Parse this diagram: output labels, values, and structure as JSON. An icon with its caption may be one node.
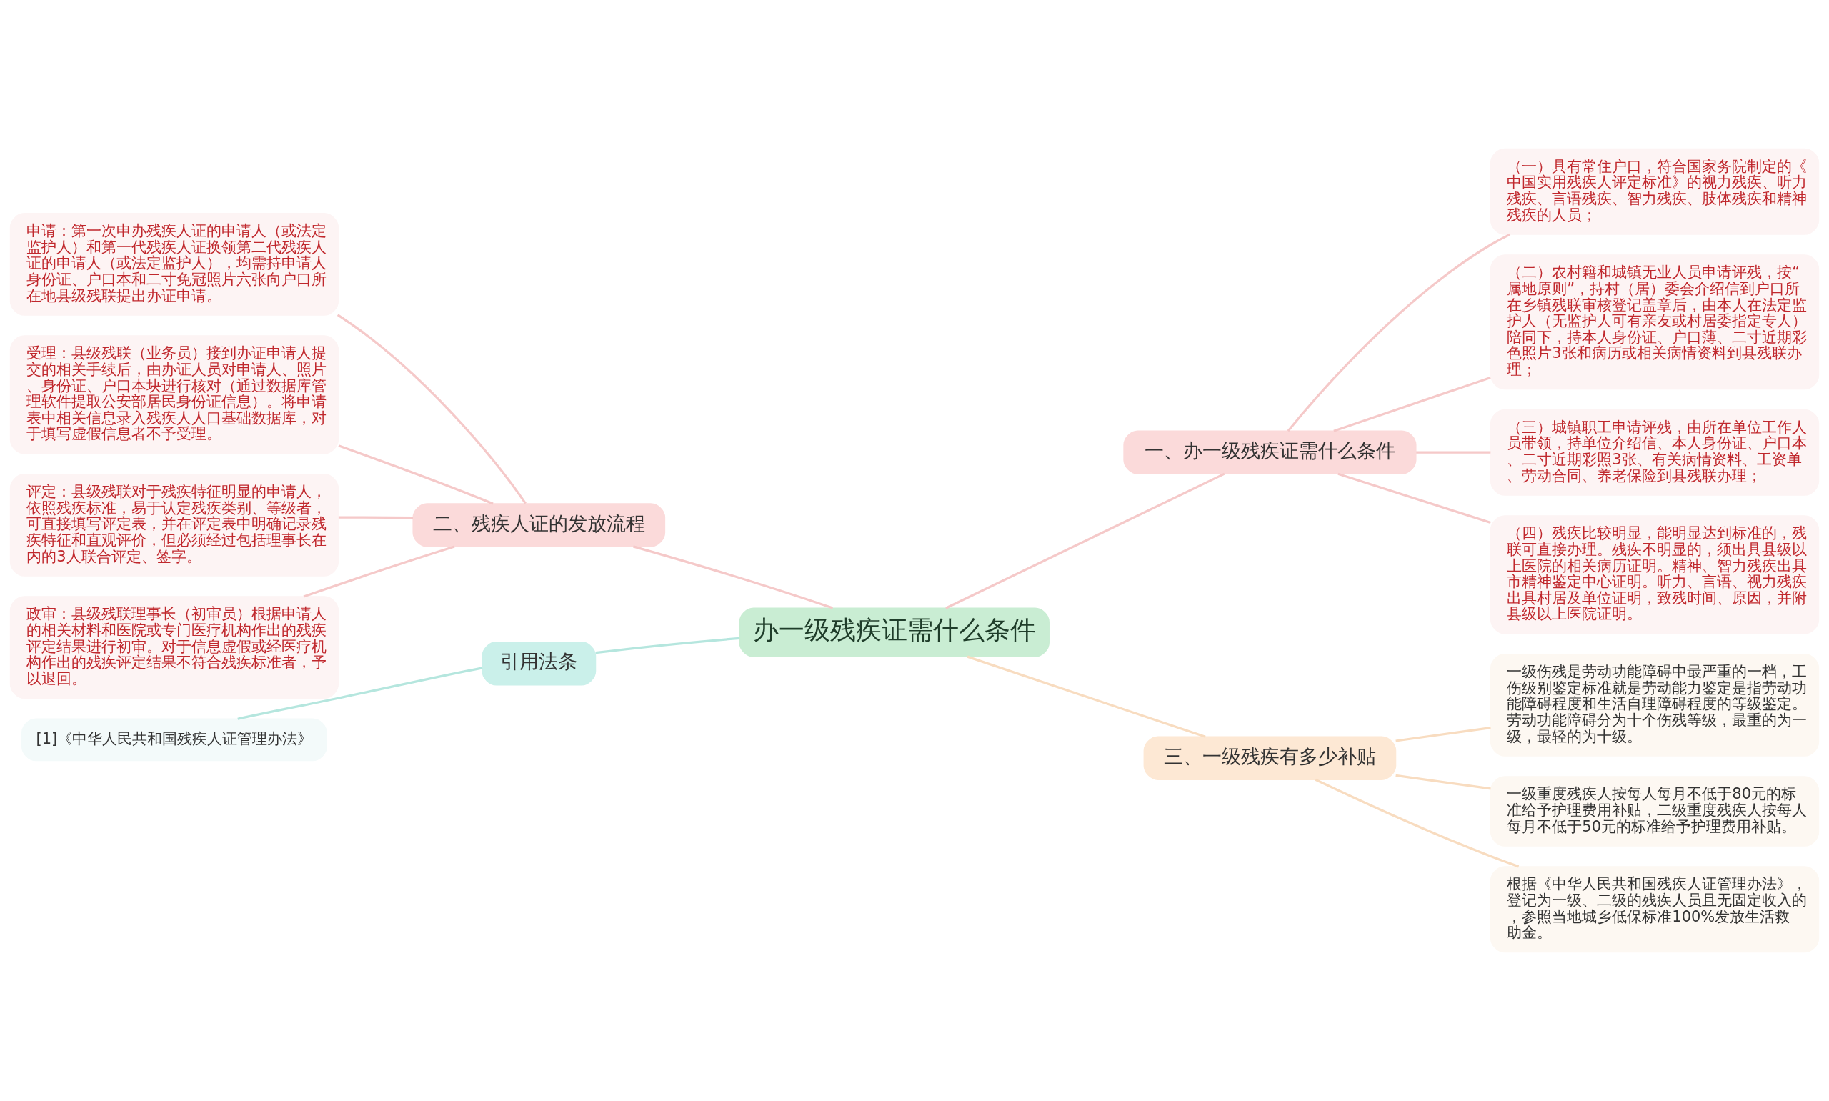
{
  "diagram": {
    "nodes": [
      {
        "text": [
          "办一级残疾证需什么条件"
        ]
      },
      {
        "text": [
          "一、办一级残疾证需什么条件"
        ]
      },
      {
        "text": [
          "（一）具有常住户口，符合国家务院制定的《中国实用残疾人评定标准》的视力残疾、听力残疾、言语残疾、智力残疾、肢体残疾和精神残疾的人员；"
        ]
      },
      {
        "text": [
          "（二）农村籍和城镇无业人员申请评残，按“属地原则”，持村（居）委会介绍信到户口所在乡镇残联审核登记盖章后，由本人在法定监护人（无监护人可有亲友或村居委指定专人）陪同下，持本人身份证、户口薄、二寸近期彩色照片3张和病历或相关病情资料到县残联办理；"
        ]
      },
      {
        "text": [
          "（三）城镇职工申请评残，由所在单位工作人员带领，持单位介绍信、本人身份证、户口本、二寸近期彩照3张、有关病情资料、工资单、劳动合同、养老保险到县残联办理；"
        ]
      },
      {
        "text": [
          "（四）残疾比较明显，能明显达到标准的，残联可直接办理。残疾不明显的，须出具县级以上医院的相关病历证明。精神、智力残疾出具市精神鉴定中心证明。听力、言语、视力残疾出具村居及单位证明，致残时间、原因，并附县级以上医院证明。"
        ]
      },
      {
        "text": [
          "二、残疾人证的发放流程"
        ]
      },
      {
        "text": [
          "申请：第一次申办残疾人证的申请人（或法定监护人）和第一代残疾人证换领第二代残疾人证的申请人（或法定监护人），均需持申请人身份证、户口本和二寸免冠照片六张向户口所在地县级残联提出办证申请。"
        ]
      },
      {
        "text": [
          "受理：县级残联（业务员）接到办证申请人提交的相关手续后，由办证人员对申请人、照片、身份证、户口本块进行核对（通过数据库管理软件提取公安部居民身份证信息）。将申请表中相关信息录入残疾人人口基础数据库，对于填写虚假信息者不予受理。"
        ]
      },
      {
        "text": [
          "评定：县级残联对于残疾特征明显的申请人，依照残疾标准，易于认定残疾类别、等级者，可直接填写评定表，并在评定表中明确记录残疾特征和直观评价，但必须经过包括理事长在内的3人联合评定、签字。"
        ]
      },
      {
        "text": [
          "政审：县级残联理事长（初审员）根据申请人的相关材料和医院或专门医疗机构作出的残疾评定结果进行初审。对于信息虚假或经医疗机构作出的残疾评定结果不符合残疾标准者，予以退回。"
        ]
      },
      {
        "text": [
          "引用法条"
        ]
      },
      {
        "text": [
          "[1]《中华人民共和国残疾人证管理办法》"
        ]
      },
      {
        "text": [
          "三、一级残疾有多少补贴"
        ]
      },
      {
        "text": [
          "一级伤残是劳动功能障碍中最严重的一档，工伤级别鉴定标准就是劳动能力鉴定是指劳动功能障碍程度和生活自理障碍程度的等级鉴定。劳动功能障碍分为十个伤残等级，最重的为一级，最轻的为十级。"
        ]
      },
      {
        "text": [
          "一级重度残疾人按每人每月不低于80元的标准给予护理费用补贴，二级重度残疾人按每人每月不低于50元的标准给予护理费用补贴。"
        ]
      },
      {
        "text": [
          "根据《中华人民共和国残疾人证管理办法》，登记为一级、二级的残疾人员且无固定收入的，参照当地城乡低保标准100%发放生活救助金。"
        ]
      }
    ],
    "edges": [
      {
        "from": 0,
        "to": 1,
        "arrow": "none",
        "color": "#f5c9c9"
      },
      {
        "from": 1,
        "to": 2,
        "arrow": "none",
        "color": "#f5c9c9"
      },
      {
        "from": 1,
        "to": 3,
        "arrow": "none",
        "color": "#f5c9c9"
      },
      {
        "from": 1,
        "to": 4,
        "arrow": "none",
        "color": "#f5c9c9"
      },
      {
        "from": 1,
        "to": 5,
        "arrow": "none",
        "color": "#f5c9c9"
      },
      {
        "from": 0,
        "to": 6,
        "arrow": "none",
        "color": "#f5c9c9"
      },
      {
        "from": 6,
        "to": 7,
        "arrow": "none",
        "color": "#f5c9c9"
      },
      {
        "from": 6,
        "to": 8,
        "arrow": "none",
        "color": "#f5c9c9"
      },
      {
        "from": 6,
        "to": 9,
        "arrow": "none",
        "color": "#f5c9c9"
      },
      {
        "from": 6,
        "to": 10,
        "arrow": "none",
        "color": "#f5c9c9"
      },
      {
        "from": 0,
        "to": 11,
        "arrow": "none",
        "color": "#b5e6de"
      },
      {
        "from": 11,
        "to": 12,
        "arrow": "none",
        "color": "#b5e6de"
      },
      {
        "from": 0,
        "to": 13,
        "arrow": "none",
        "color": "#f8dcc0"
      },
      {
        "from": 13,
        "to": 14,
        "arrow": "none",
        "color": "#f8dcc0"
      },
      {
        "from": 13,
        "to": 15,
        "arrow": "none",
        "color": "#f8dcc0"
      },
      {
        "from": 13,
        "to": 16,
        "arrow": "none",
        "color": "#f8dcc0"
      }
    ]
  }
}
